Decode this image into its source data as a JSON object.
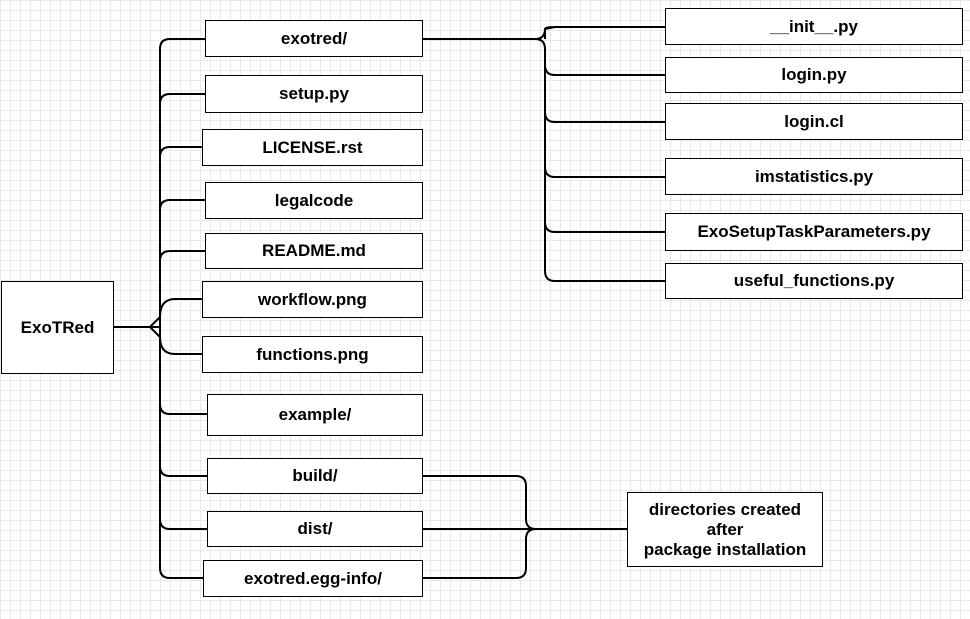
{
  "root": {
    "id": "root",
    "label": "ExoTRed"
  },
  "children": [
    {
      "id": "exotred",
      "label": "exotred/"
    },
    {
      "id": "setup",
      "label": "setup.py"
    },
    {
      "id": "license",
      "label": "LICENSE.rst"
    },
    {
      "id": "legalcode",
      "label": "legalcode"
    },
    {
      "id": "readme",
      "label": "README.md"
    },
    {
      "id": "workflow",
      "label": "workflow.png"
    },
    {
      "id": "functions",
      "label": "functions.png"
    },
    {
      "id": "example",
      "label": "example/"
    },
    {
      "id": "build",
      "label": "build/"
    },
    {
      "id": "dist",
      "label": "dist/"
    },
    {
      "id": "egginfo",
      "label": "exotred.egg-info/"
    }
  ],
  "package_files": [
    {
      "id": "init",
      "label": "__init__.py"
    },
    {
      "id": "loginpy",
      "label": "login.py"
    },
    {
      "id": "logincl",
      "label": "login.cl"
    },
    {
      "id": "imstats",
      "label": "imstatistics.py"
    },
    {
      "id": "exosetup",
      "label": "ExoSetupTaskParameters.py"
    },
    {
      "id": "useful",
      "label": "useful_functions.py"
    }
  ],
  "note": {
    "id": "note",
    "label": "directories created\nafter\npackage installation"
  }
}
